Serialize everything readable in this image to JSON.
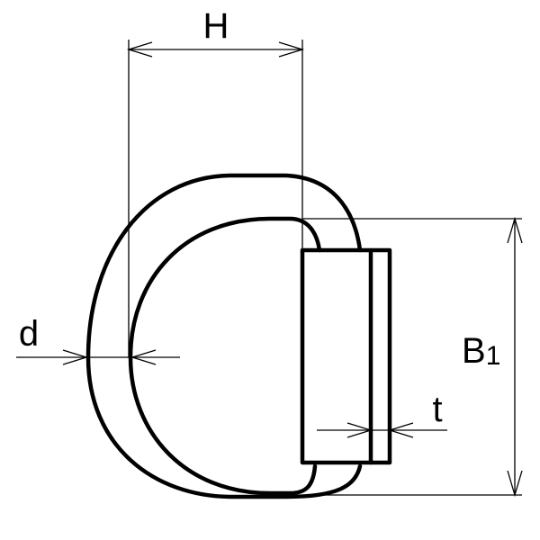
{
  "diagram": {
    "labels": {
      "height": "H",
      "diameter": "d",
      "width": "B",
      "width_subscript": "1",
      "thickness": "t"
    }
  }
}
